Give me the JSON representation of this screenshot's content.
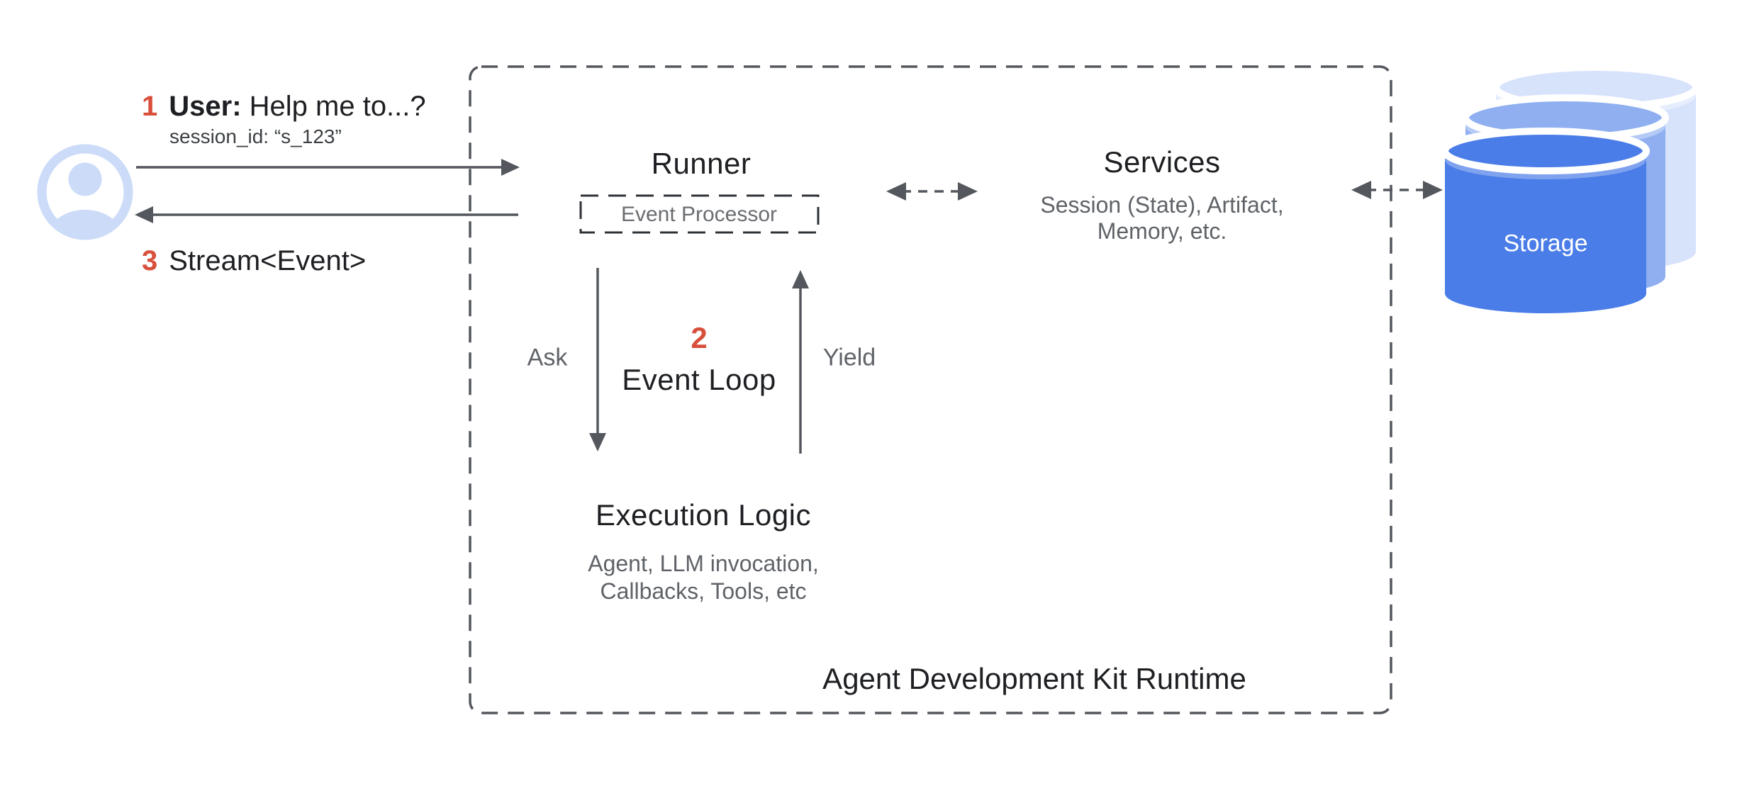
{
  "diagram": {
    "user_flow": {
      "step1": {
        "number": "1",
        "speaker": "User:",
        "message": "Help me to...?",
        "session": "session_id: “s_123”"
      },
      "step3": {
        "number": "3",
        "label": "Stream<Event>"
      }
    },
    "runtime": {
      "label": "Agent Development Kit Runtime",
      "runner": {
        "title": "Runner",
        "inner_box": "Event Processor"
      },
      "services": {
        "title": "Services",
        "subtitle_line1": "Session (State), Artifact,",
        "subtitle_line2": "Memory, etc."
      },
      "execution": {
        "title": "Execution Logic",
        "subtitle_line1": "Agent, LLM invocation,",
        "subtitle_line2": "Callbacks, Tools, etc"
      },
      "event_loop": {
        "number": "2",
        "label": "Event Loop",
        "ask_label": "Ask",
        "yield_label": "Yield"
      }
    },
    "storage": {
      "label": "Storage"
    },
    "colors": {
      "accent_red": "#d8503c",
      "box_fill": "#d5e1fb",
      "avatar_blue": "#cbdbf8",
      "arrow_gray": "#54575d",
      "text_dark": "#1d1f22",
      "text_gray": "#5f6368",
      "cylinder_front": "#4a7de8",
      "cylinder_middle": "#8faff0",
      "cylinder_back": "#d7e2fb"
    }
  }
}
